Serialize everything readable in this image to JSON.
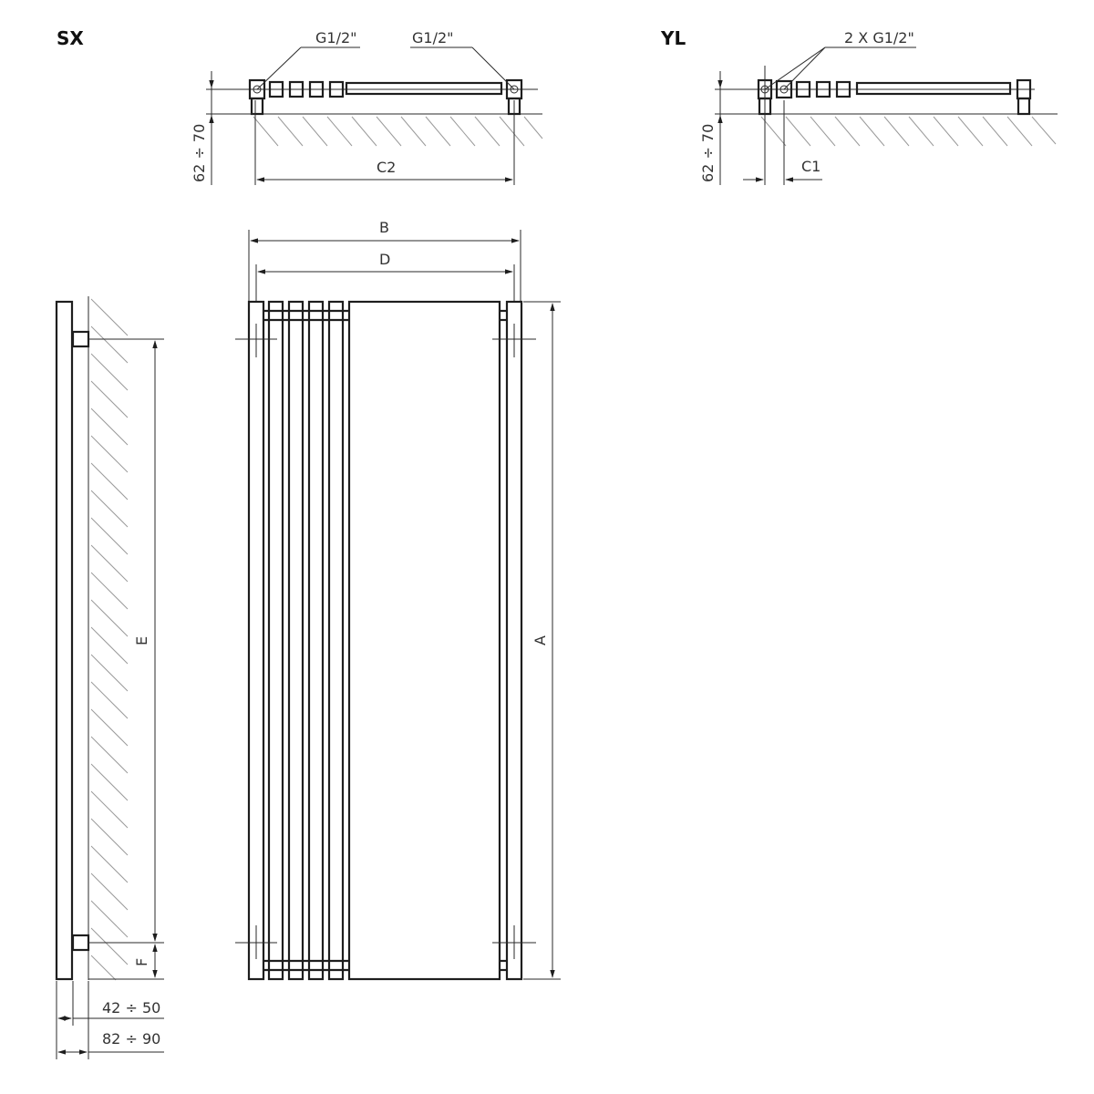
{
  "views": {
    "sx": {
      "title": "SX",
      "connection_left": "G1/2\"",
      "connection_right": "G1/2\"",
      "wall_distance": "62 ÷ 70",
      "dim_c2": "C2"
    },
    "yl": {
      "title": "YL",
      "connection": "2 X G1/2\"",
      "wall_distance": "62 ÷ 70",
      "dim_c1": "C1"
    },
    "front": {
      "dim_b": "B",
      "dim_d": "D",
      "dim_a": "A"
    },
    "side": {
      "dim_e": "E",
      "dim_f": "F",
      "depth_inner": "42 ÷ 50",
      "depth_outer": "82 ÷ 90"
    }
  },
  "colors": {
    "line": "#1e1e1e",
    "hatch": "#9a9a9a",
    "text": "#333333"
  }
}
